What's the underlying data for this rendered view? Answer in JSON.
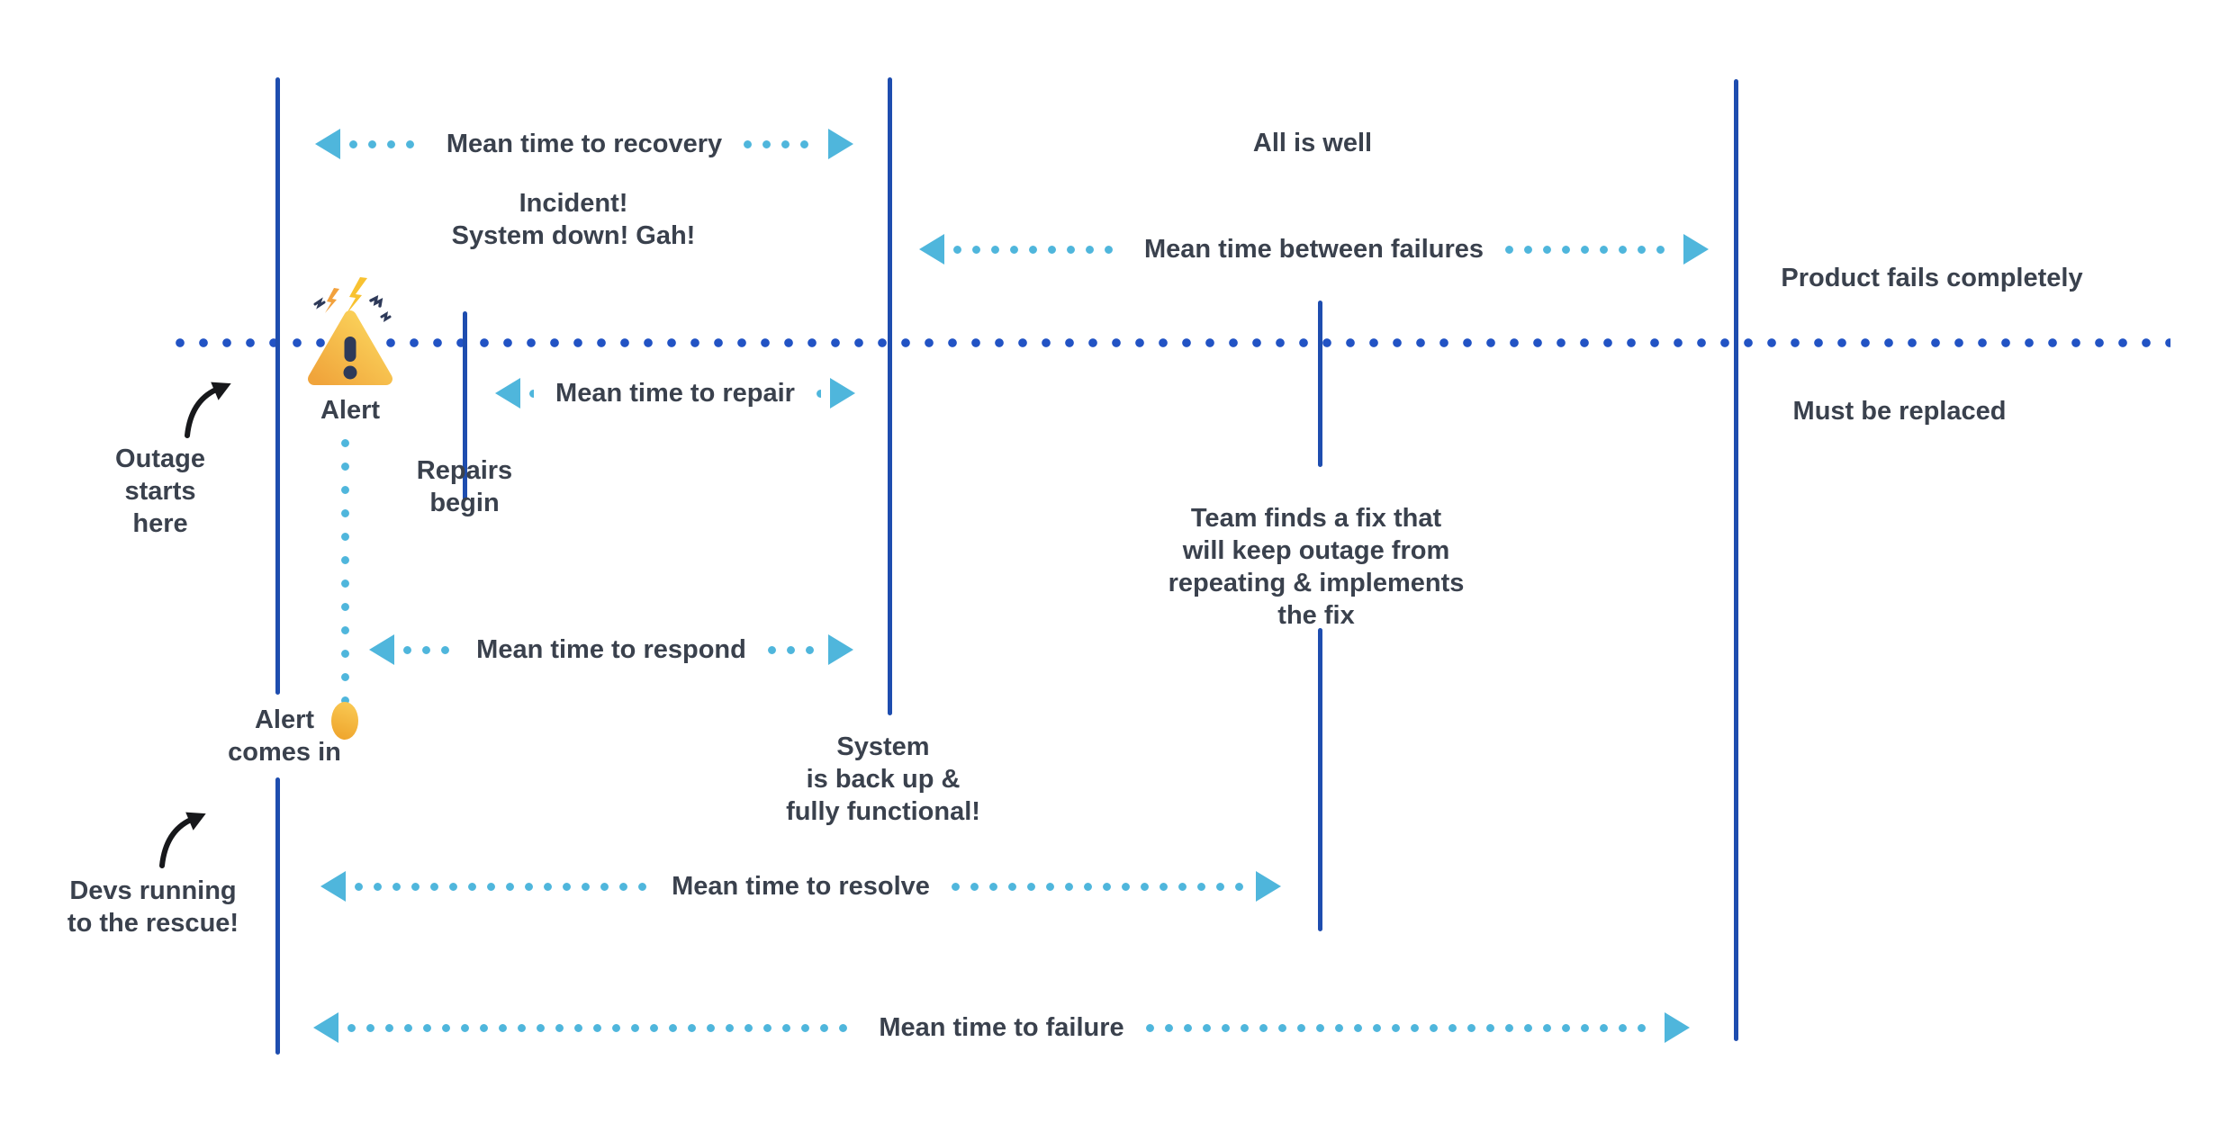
{
  "diagram_title": "Incident management time metrics timeline",
  "palette": {
    "solid_line_navy": "#1E4DAF",
    "dotted_line_navy": "#2253C4",
    "arrow_cyan": "#4FB6DC",
    "text_dark": "#3A414D",
    "pointer_black": "#17181B",
    "warning_yellow_light": "#FCD95F",
    "warning_yellow_deep": "#F0A43B",
    "warning_navy": "#2E3A59",
    "alert_dot_orange": "#EFA62E"
  },
  "arrows": {
    "recovery": {
      "label": "Mean time to recovery"
    },
    "between_failures": {
      "label": "Mean time between failures"
    },
    "repair": {
      "label": "Mean time to repair"
    },
    "respond": {
      "label": "Mean time to respond"
    },
    "resolve": {
      "label": "Mean time to resolve"
    },
    "failure": {
      "label": "Mean time to failure"
    }
  },
  "labels": {
    "incident": "Incident!\nSystem down! Gah!",
    "all_is_well": "All is well",
    "product_fails": "Product fails completely",
    "must_be_replaced": "Must be replaced",
    "alert": "Alert",
    "repairs_begin": "Repairs\nbegin",
    "outage_starts": "Outage\nstarts\nhere",
    "team_fix": "Team finds a fix that\nwill keep outage from\nrepeating & implements\nthe fix",
    "alert_comes_in": "Alert\ncomes in",
    "system_back": "System\nis back up &\nfully functional!",
    "devs_running": "Devs running\nto the rescue!"
  },
  "icons": {
    "warning_triangle": "warning-triangle-with-lightning",
    "alert_dot": "orange-alert-dot",
    "pointer_arrows": "black-curved-arrow"
  }
}
